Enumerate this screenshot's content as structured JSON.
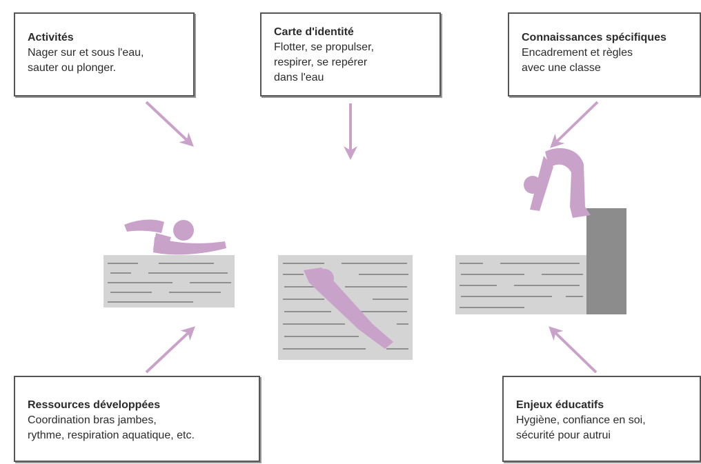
{
  "colors": {
    "accent": "#c9a2c9",
    "water": "#d4d4d4",
    "water_line": "#8f8f8f",
    "block": "#8c8c8c",
    "border": "#555555"
  },
  "boxes": {
    "activites": {
      "title": "Activités",
      "body": "Nager sur et sous l'eau,\nsauter ou plonger."
    },
    "carte": {
      "title": "Carte d'identité",
      "body": "Flotter, se propulser,\nrespirer, se repérer\ndans l'eau"
    },
    "connaissances": {
      "title": "Connaissances spécifiques",
      "body": "Encadrement et règles\navec une classe"
    },
    "ressources": {
      "title": "Ressources développées",
      "body": "Coordination bras jambes,\nrythme, respiration aquatique, etc."
    },
    "enjeux": {
      "title": "Enjeux éducatifs",
      "body": "Hygiène, confiance en soi,\nsécurité pour autrui"
    }
  },
  "icons": [
    "swimmer-icon",
    "diver-underwater-icon",
    "jumper-icon",
    "diving-block-icon"
  ]
}
